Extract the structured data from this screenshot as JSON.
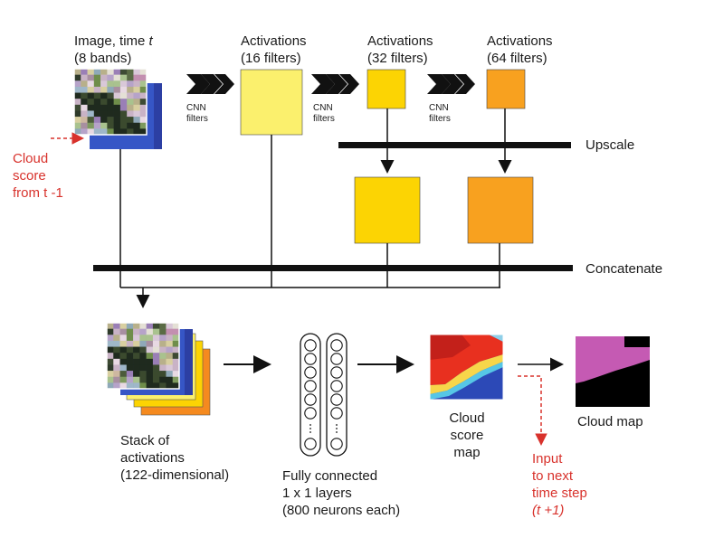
{
  "input_image": {
    "label_line1": "Image, time ",
    "label_t": "t",
    "label_line2": "(8 bands)"
  },
  "cloud_score_input": {
    "line1": "Cloud",
    "line2": "score",
    "line3": "from t -1"
  },
  "cnn_filters": {
    "line1": "CNN",
    "line2": "filters"
  },
  "activation_blocks": [
    {
      "line1": "Activations",
      "line2": "(16 filters)",
      "color": "#fbf06d"
    },
    {
      "line1": "Activations",
      "line2": "(32 filters)",
      "color": "#fcd403"
    },
    {
      "line1": "Activations",
      "line2": "(64 filters)",
      "color": "#f8a11f"
    }
  ],
  "upscale_label": "Upscale",
  "concatenate_label": "Concatenate",
  "stack": {
    "line1": "Stack of",
    "line2": "activations",
    "line3": "(122-dimensional)"
  },
  "fully_connected": {
    "line1": "Fully connected",
    "line2": "1 x 1 layers",
    "line3": "(800 neurons each)"
  },
  "cloud_score_map": {
    "line1": "Cloud",
    "line2": "score",
    "line3": "map"
  },
  "cloud_map_label": "Cloud map",
  "next_step": {
    "line1": "Input",
    "line2": "to next",
    "line3": "time step",
    "line4": "(t +1)"
  },
  "colors": {
    "red_annotation": "#d8322c",
    "cloud_map_purple": "#c55ab3",
    "bar_black": "#111111"
  }
}
